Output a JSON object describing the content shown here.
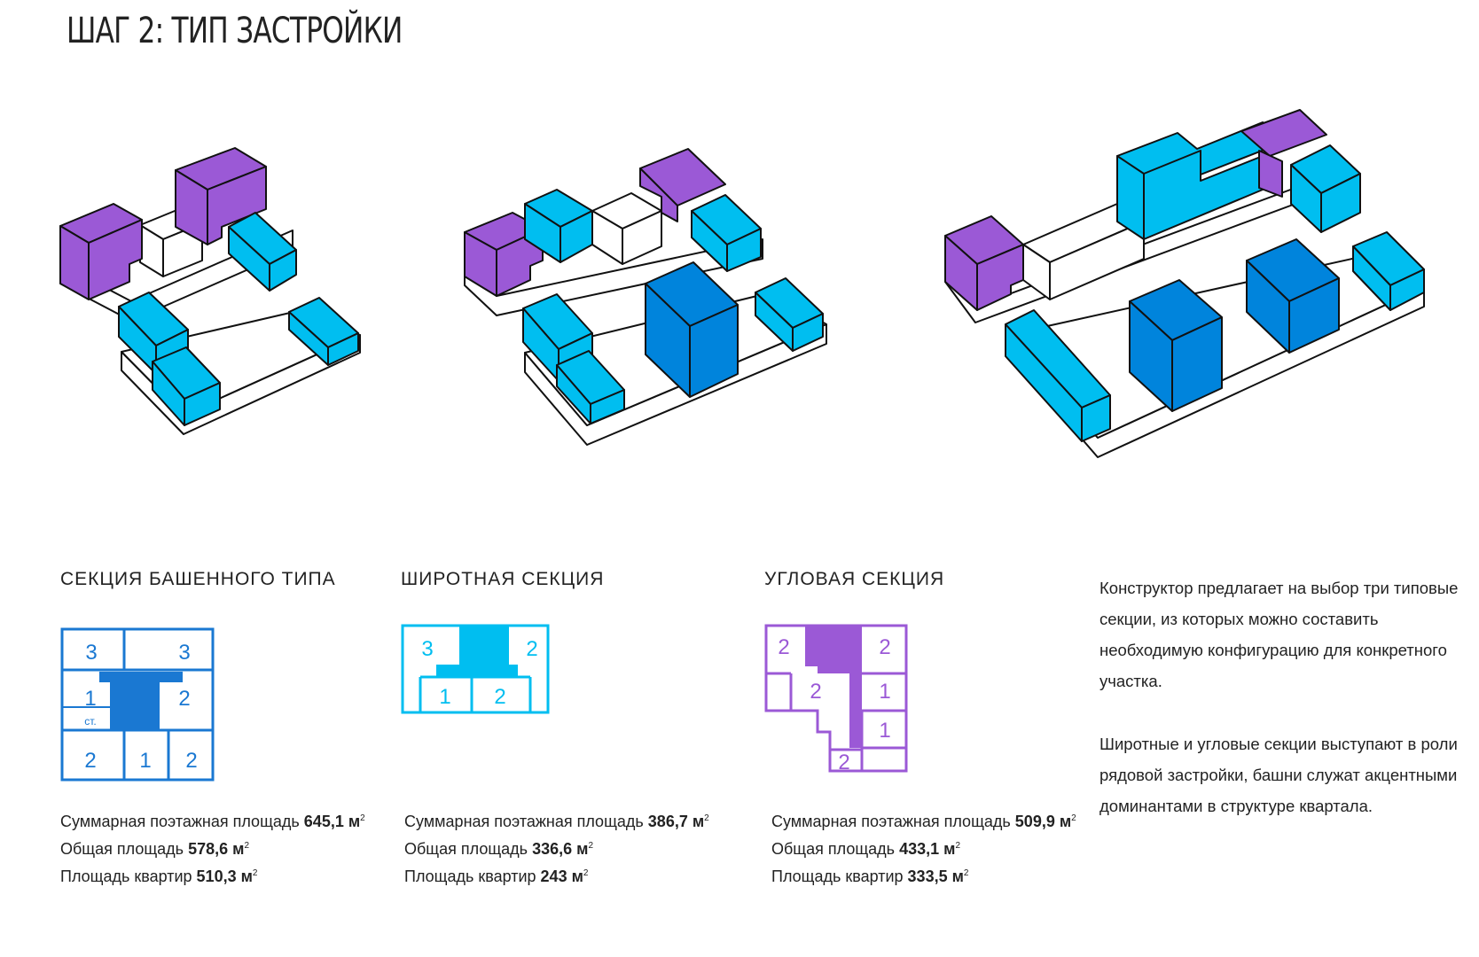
{
  "header": {
    "title": "ШАГ 2: ТИП ЗАСТРОЙКИ"
  },
  "colors": {
    "purple": "#9b59d6",
    "light_blue": "#00bef0",
    "dark_blue": "#0084dc",
    "white": "#ffffff",
    "outline": "#111111"
  },
  "sections": [
    {
      "title": "СЕКЦИЯ БАШЕННОГО ТИПА",
      "plan_color": "#1a78d2",
      "plan_labels": [
        "3",
        "3",
        "1",
        "2",
        "ст.",
        "2",
        "1",
        "2"
      ],
      "stats": [
        {
          "label": "Суммарная поэтажная площадь",
          "value": "645,1 м",
          "unit_sup": "2"
        },
        {
          "label": "Общая площадь",
          "value": "578,6 м",
          "unit_sup": "2"
        },
        {
          "label": "Площадь квартир",
          "value": "510,3 м",
          "unit_sup": "2"
        }
      ]
    },
    {
      "title": "ШИРОТНАЯ СЕКЦИЯ",
      "plan_color": "#00bef0",
      "plan_labels": [
        "3",
        "2",
        "1",
        "2"
      ],
      "stats": [
        {
          "label": "Суммарная поэтажная площадь",
          "value": "386,7 м",
          "unit_sup": "2"
        },
        {
          "label": "Общая площадь",
          "value": "336,6 м",
          "unit_sup": "2"
        },
        {
          "label": "Площадь квартир",
          "value": "243 м",
          "unit_sup": "2"
        }
      ]
    },
    {
      "title": "УГЛОВАЯ СЕКЦИЯ",
      "plan_color": "#9b59d6",
      "plan_labels": [
        "2",
        "2",
        "2",
        "1",
        "1",
        "2"
      ],
      "stats": [
        {
          "label": "Суммарная поэтажная площадь",
          "value": "509,9 м",
          "unit_sup": "2"
        },
        {
          "label": "Общая площадь",
          "value": "433,1 м",
          "unit_sup": "2"
        },
        {
          "label": "Площадь квартир",
          "value": "333,5 м",
          "unit_sup": "2"
        }
      ]
    }
  ],
  "description": {
    "paragraph_1": "Конструктор предлагает на выбор три типовые секции, из которых можно составить необходимую конфигурацию для конкретного участка.",
    "paragraph_2": "Широтные и угловые секции выступают в роли рядовой застройки, башни служат акцентными доминантами в структуре квартала."
  }
}
